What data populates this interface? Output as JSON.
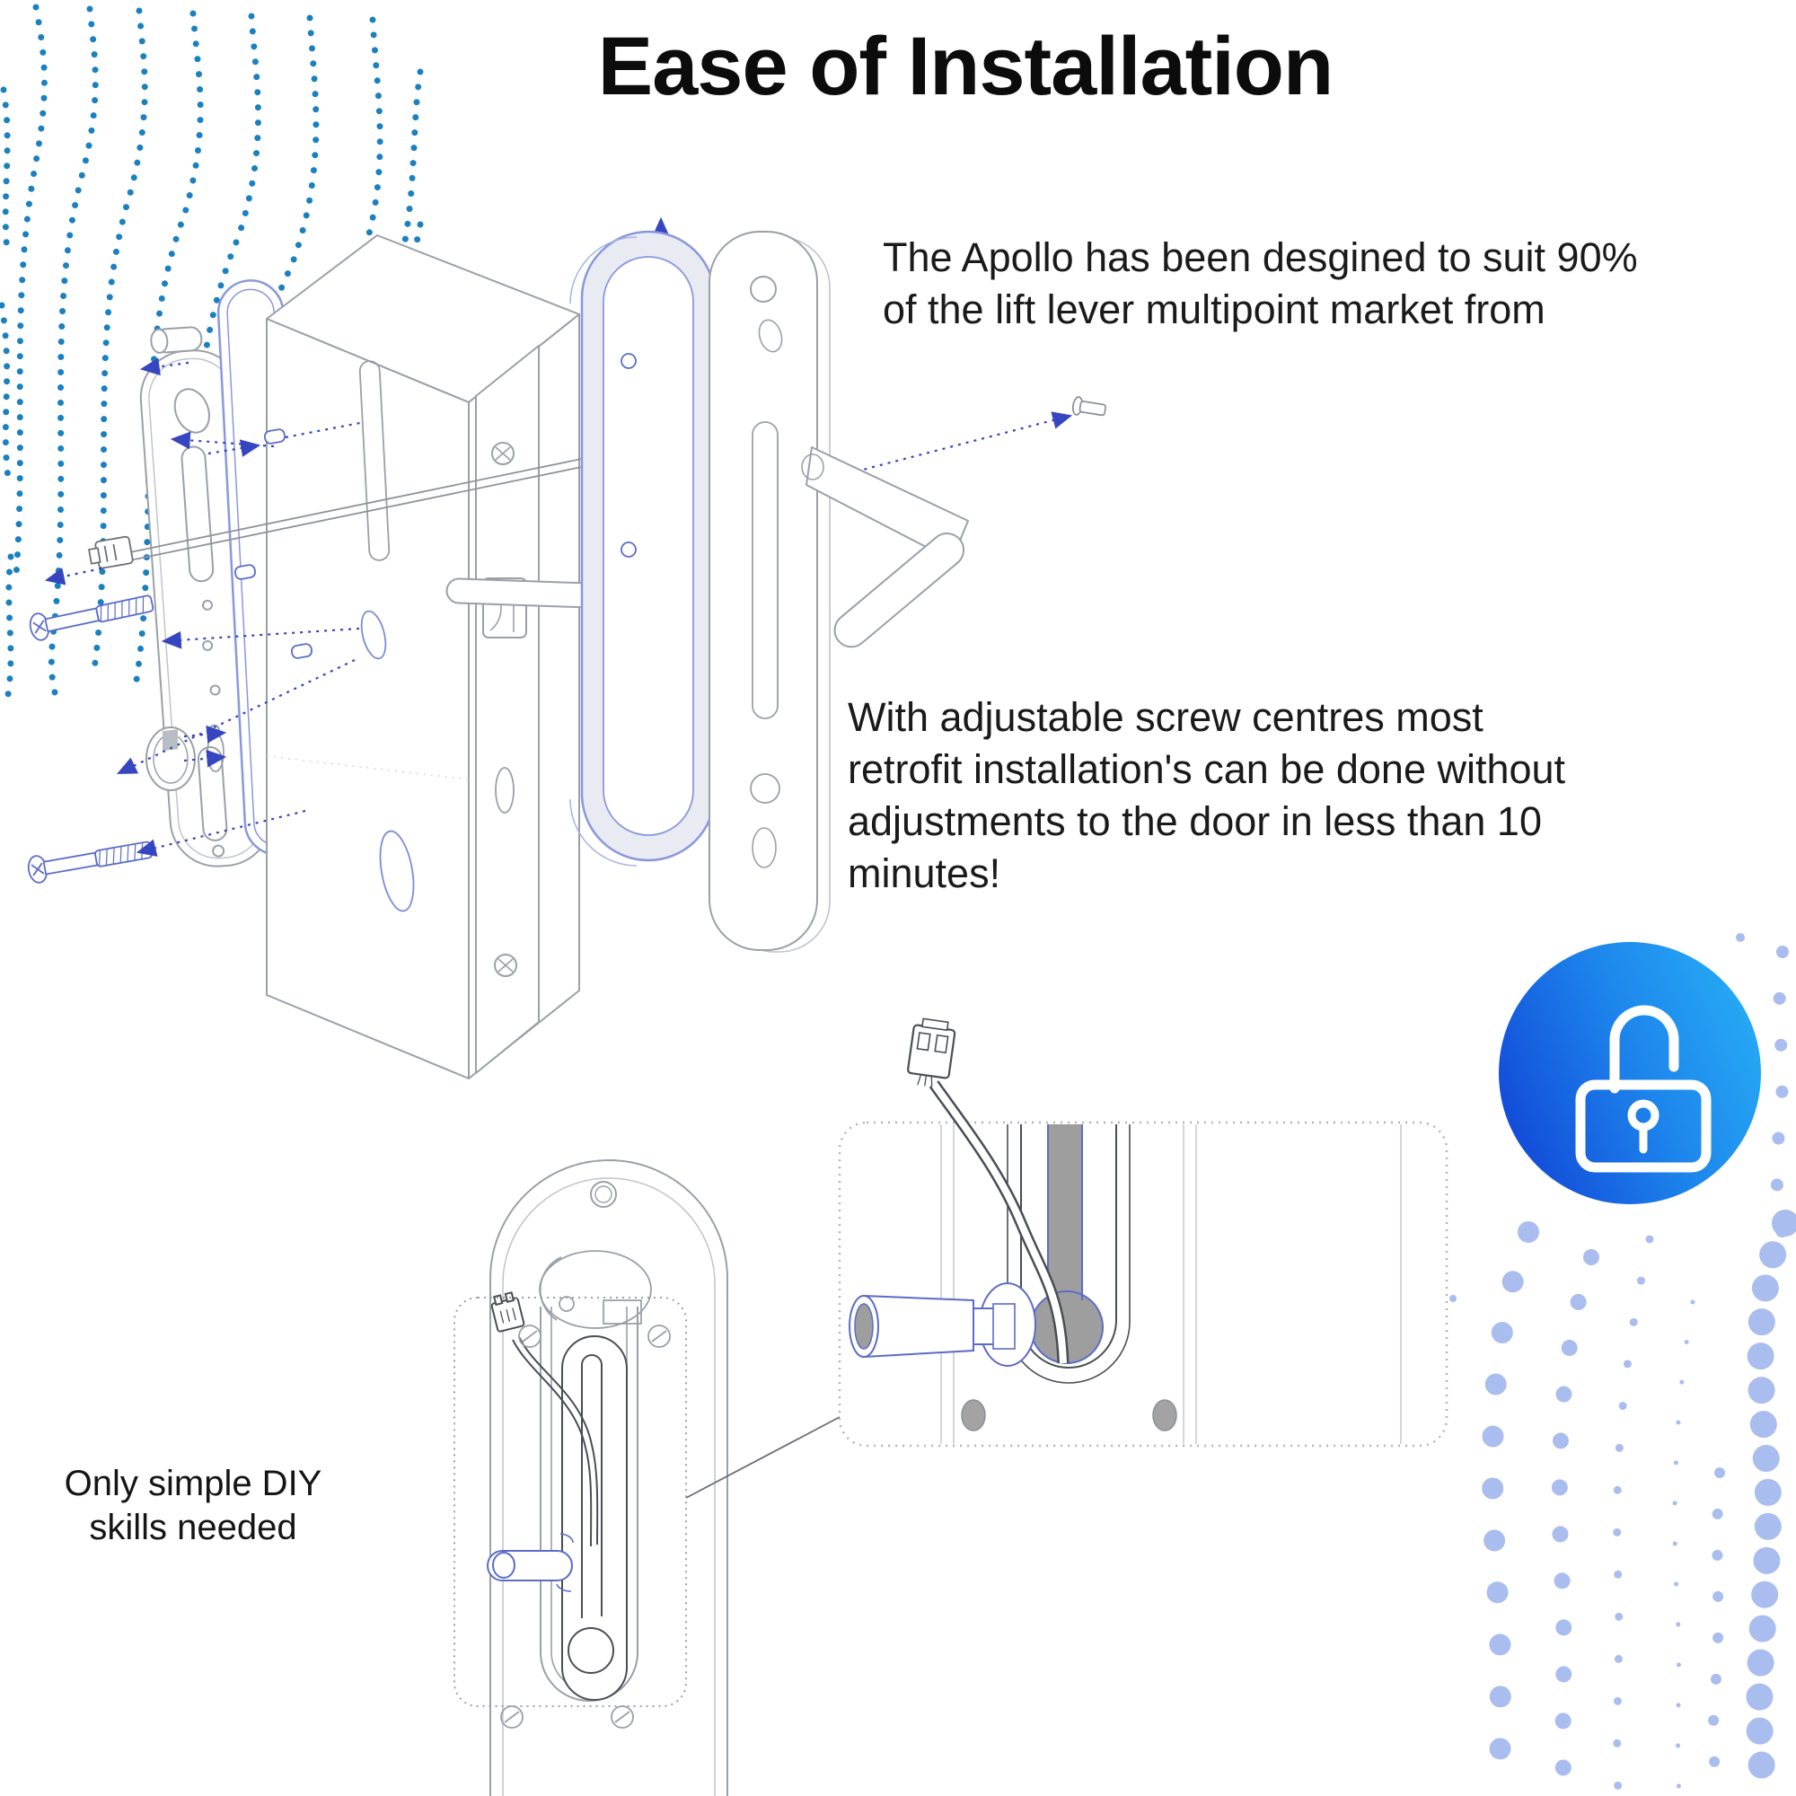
{
  "title": "Ease of Installation",
  "paragraphs": {
    "intro": "The Apollo has been desgined to suit 90%\nof the lift lever multipoint market from",
    "benefits": "With adjustable screw centres most\nretrofit installation's can be done without\nadjustments to the door in less than 10\nminutes!"
  },
  "caption": "Only simple DIY\nskills needed",
  "badge": {
    "icon": "padlock-unlocked-icon",
    "gradient_start": "#1248d8",
    "gradient_mid": "#1d86ec",
    "gradient_end": "#27aaf5",
    "glyph_color": "#ffffff"
  },
  "colors": {
    "dots_teal": "#1b80bf",
    "dots_periwinkle": "#a9bdee",
    "accent_arrow_blue": "#3546c0",
    "hardware_blue": "#5b6cc8",
    "gasket_blue": "#8a97dd",
    "line_gray": "#9aa0a8",
    "dark_line": "#4a4e55",
    "fill_gray": "#9e9e9e",
    "text": "#1a1a1a"
  },
  "diagram_labels": {
    "main": "exploded-multipoint-lock-assembly",
    "bottom_left": "handle-back-plate-with-cable",
    "bottom_right": "spindle-and-cable-detail-inset"
  }
}
